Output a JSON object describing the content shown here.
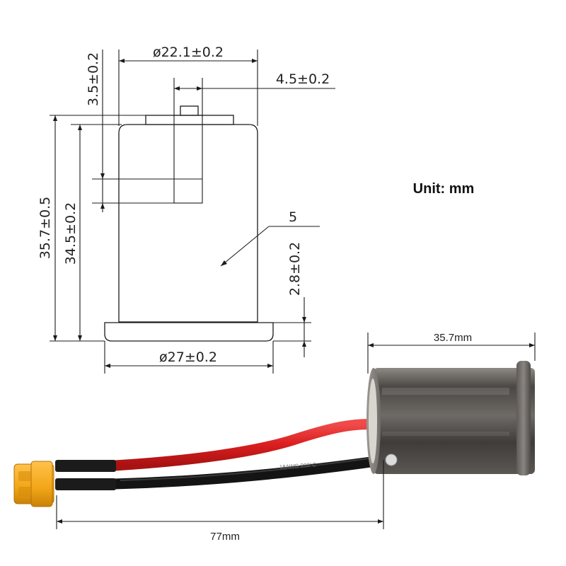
{
  "drawing": {
    "top_diameter": "ø22.1±0.2",
    "pin_width": "4.5±0.2",
    "pin_height": "3.5±0.2",
    "total_height": "35.7±0.5",
    "body_height": "34.5±0.2",
    "flange_height": "2.8±0.2",
    "part_callout": "5",
    "base_diameter": "ø27±0.2"
  },
  "unit_label": "Unit: mm",
  "photo": {
    "length_label": "35.7mm",
    "cable_length_label": "77mm",
    "wire_print": "18AWG  200°C"
  },
  "colors": {
    "red_wire": "#d91e1e",
    "black_wire": "#141414",
    "connector": "#f2a516",
    "metal_body": "#5a5652"
  }
}
